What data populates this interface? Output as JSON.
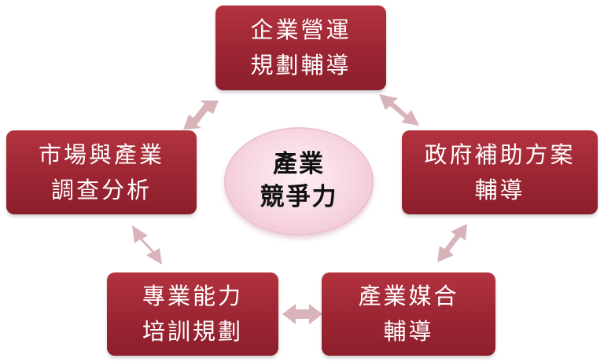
{
  "center": {
    "line1": "產業",
    "line2": "競爭力"
  },
  "nodes": {
    "top": {
      "line1": "企業營運",
      "line2": "規劃輔導"
    },
    "left": {
      "line1": "市場與產業",
      "line2": "調查分析"
    },
    "right": {
      "line1": "政府補助方案",
      "line2": "輔導"
    },
    "bottom_left": {
      "line1": "專業能力",
      "line2": "培訓規劃"
    },
    "bottom_right": {
      "line1": "產業媒合",
      "line2": "輔導"
    }
  },
  "colors": {
    "node": "#9c2533",
    "arrow": "#d9b3ba",
    "center": "#f7d6df"
  }
}
